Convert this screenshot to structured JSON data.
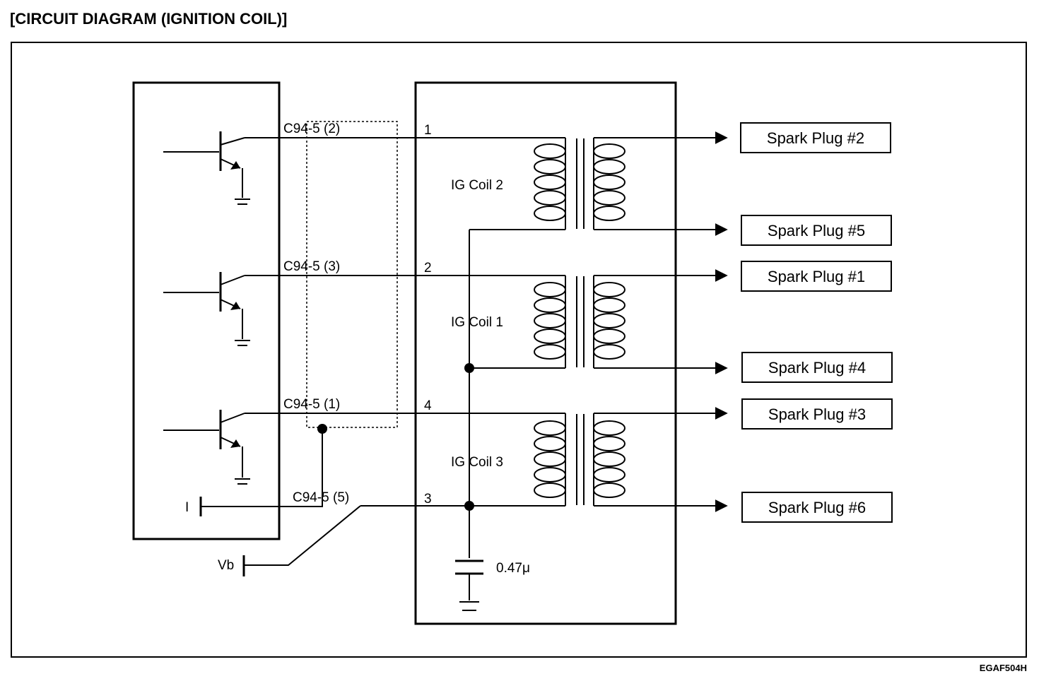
{
  "title": "[CIRCUIT DIAGRAM (IGNITION COIL)]",
  "figure_code": "EGAF504H",
  "connector_pins": {
    "pin2": "C94-5 (2)",
    "pin3": "C94-5 (3)",
    "pin1": "C94-5 (1)",
    "pin5": "C94-5 (5)"
  },
  "terminal_numbers": {
    "t1": "1",
    "t2": "2",
    "t4": "4",
    "t3": "3"
  },
  "coils": {
    "coil2": "IG Coil 2",
    "coil1": "IG Coil 1",
    "coil3": "IG Coil 3"
  },
  "spark_plugs": {
    "p2": "Spark Plug #2",
    "p5": "Spark Plug #5",
    "p1": "Spark Plug #1",
    "p4": "Spark Plug #4",
    "p3": "Spark Plug #3",
    "p6": "Spark Plug #6"
  },
  "labels": {
    "capacitor": "0.47μ",
    "vb": "Vb",
    "i": "I"
  }
}
